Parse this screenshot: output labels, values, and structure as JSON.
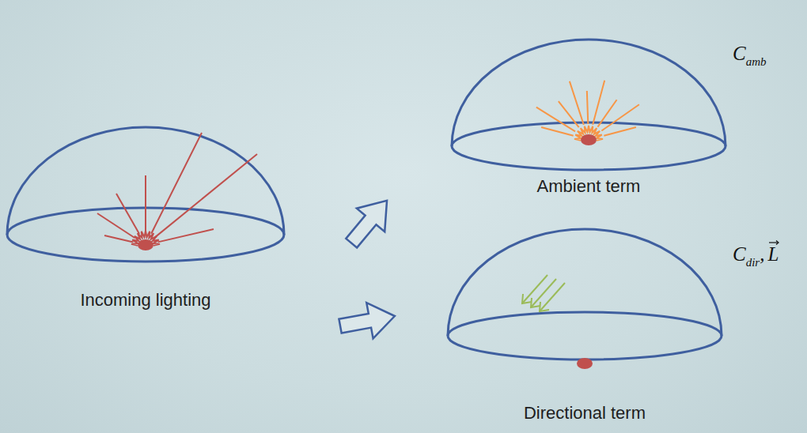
{
  "diagram": {
    "nodes": [
      {
        "text": [
          "Incoming lighting"
        ]
      },
      {
        "text": [
          "Ambient term"
        ]
      },
      {
        "text": [
          "Directional term"
        ]
      }
    ],
    "edges": [
      {
        "from": 0,
        "to": 1,
        "arrow": "to"
      },
      {
        "from": 0,
        "to": 2,
        "arrow": "to"
      }
    ],
    "labels": [
      "C",
      "amb",
      "C",
      "dir",
      ",",
      "L"
    ]
  }
}
